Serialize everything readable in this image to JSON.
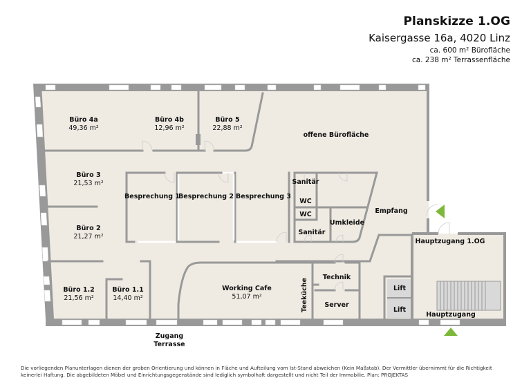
{
  "header": {
    "title": "Planskizze 1.OG",
    "address": "Kaisergasse 16a, 4020 Linz",
    "office_area": "ca. 600 m² Bürofläche",
    "terrace_area": "ca. 238 m² Terrassenfläche"
  },
  "colors": {
    "floor": "#efebe3",
    "wall": "#999999",
    "lift_fill": "#d9d9d9",
    "arrow": "#7db83a"
  },
  "rooms": {
    "buero_4a": {
      "name": "Büro 4a",
      "size": "49,36 m²"
    },
    "buero_4b": {
      "name": "Büro 4b",
      "size": "12,96 m²"
    },
    "buero_5": {
      "name": "Büro 5",
      "size": "22,88 m²"
    },
    "offene_flaeche": {
      "name": "offene Bürofläche"
    },
    "buero_3": {
      "name": "Büro 3",
      "size": "21,53 m²"
    },
    "buero_2": {
      "name": "Büro 2",
      "size": "21,27 m²"
    },
    "besprechung_1": {
      "name": "Besprechung 1"
    },
    "besprechung_2": {
      "name": "Besprechung 2"
    },
    "besprechung_3": {
      "name": "Besprechung 3"
    },
    "sanitaer_1": {
      "name": "Sanitär"
    },
    "wc_1": {
      "name": "WC"
    },
    "wc_2": {
      "name": "WC"
    },
    "sanitaer_2": {
      "name": "Sanitär"
    },
    "umkleide": {
      "name": "Umkleide"
    },
    "empfang": {
      "name": "Empfang"
    },
    "hauptzugang_og": {
      "name": "Hauptzugang 1.OG"
    },
    "buero_1_2": {
      "name": "Büro 1.2",
      "size": "21,56 m²"
    },
    "buero_1_1": {
      "name": "Büro 1.1",
      "size": "14,40 m²"
    },
    "working_cafe": {
      "name": "Working Cafe",
      "size": "51,07 m²"
    },
    "teekueche": {
      "name": "Teeküche"
    },
    "technik": {
      "name": "Technik"
    },
    "server": {
      "name": "Server"
    },
    "lift_1": {
      "name": "Lift"
    },
    "lift_2": {
      "name": "Lift"
    },
    "hauptzugang": {
      "name": "Hauptzugang"
    }
  },
  "labels": {
    "zugang_terrasse_line1": "Zugang",
    "zugang_terrasse_line2": "Terrasse"
  },
  "footer": {
    "line1": "Die vorliegenden Planunterlagen dienen der groben Orientierung und können in Fläche und Aufteilung vom Ist-Stand abweichen (Kein Maßstab). Der Vermittler übernimmt für die Richtigkeit",
    "line2": "keinerlei Haftung. Die abgebildeten Möbel und Einrichtungsgegenstände sind lediglich symbolhaft dargestellt und nicht Teil der Immobilie. Plan: PROJEKTAS"
  }
}
